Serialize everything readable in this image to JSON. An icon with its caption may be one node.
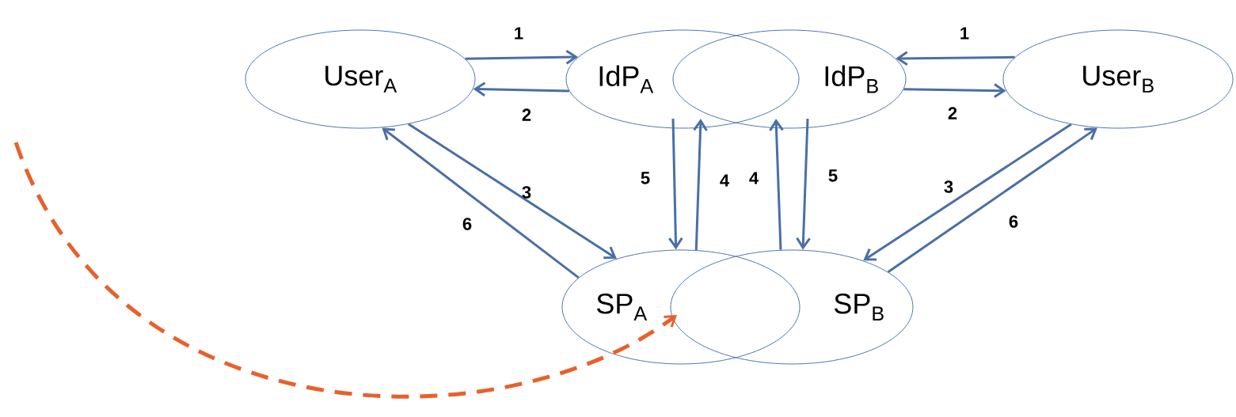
{
  "diagram": {
    "nodes": [
      {
        "text": [
          "User$_{A}$"
        ]
      },
      {
        "text": [
          "IdP$_{A}$"
        ]
      },
      {
        "text": [
          "IdP$_{B}$"
        ]
      },
      {
        "text": [
          "User$_{B}$"
        ]
      },
      {
        "text": [
          "SP$_{A}$"
        ]
      },
      {
        "text": [
          "SP$_{B}$"
        ]
      }
    ],
    "edges": [
      {
        "from": 0,
        "to": 1,
        "arrow": "to",
        "label": "1"
      },
      {
        "from": 1,
        "to": 0,
        "arrow": "to",
        "label": "2"
      },
      {
        "from": 3,
        "to": 2,
        "arrow": "to",
        "label": "1"
      },
      {
        "from": 2,
        "to": 3,
        "arrow": "to",
        "label": "2"
      },
      {
        "from": 0,
        "to": 4,
        "arrow": "to",
        "label": "3"
      },
      {
        "from": 4,
        "to": 0,
        "arrow": "to",
        "label": "6"
      },
      {
        "from": 3,
        "to": 5,
        "arrow": "to",
        "label": "3"
      },
      {
        "from": 5,
        "to": 3,
        "arrow": "to",
        "label": "6"
      },
      {
        "from": 1,
        "to": 4,
        "arrow": "to",
        "label": "5"
      },
      {
        "from": 4,
        "to": 1,
        "arrow": "to",
        "label": "4"
      },
      {
        "from": 5,
        "to": 2,
        "arrow": "to",
        "label": "4"
      },
      {
        "from": 2,
        "to": 5,
        "arrow": "to",
        "label": "5"
      },
      {
        "from": null,
        "to": 4,
        "arrow": "to",
        "style": "dashed",
        "color": "#e8602c"
      }
    ]
  }
}
